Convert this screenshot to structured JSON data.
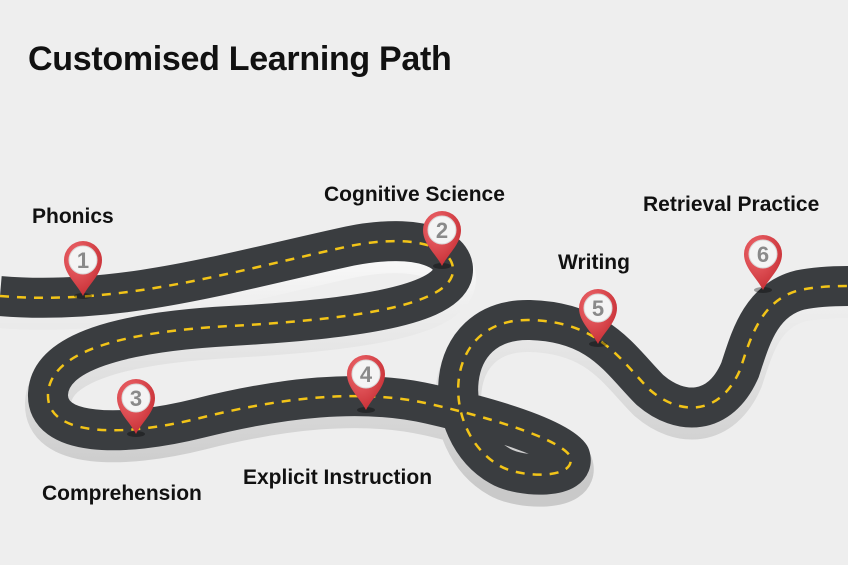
{
  "title": "Customised Learning Path",
  "colors": {
    "background": "#eeeeee",
    "road": "#3a3d40",
    "road_side": "#d6d6d6",
    "lane_marking": "#f2c418",
    "marker": "#d9343b"
  },
  "icon": "map-pin-icon",
  "steps": [
    {
      "number": "1",
      "label": "Phonics"
    },
    {
      "number": "2",
      "label": "Cognitive Science"
    },
    {
      "number": "3",
      "label": "Comprehension"
    },
    {
      "number": "4",
      "label": "Explicit Instruction"
    },
    {
      "number": "5",
      "label": "Writing"
    },
    {
      "number": "6",
      "label": "Retrieval Practice"
    }
  ]
}
